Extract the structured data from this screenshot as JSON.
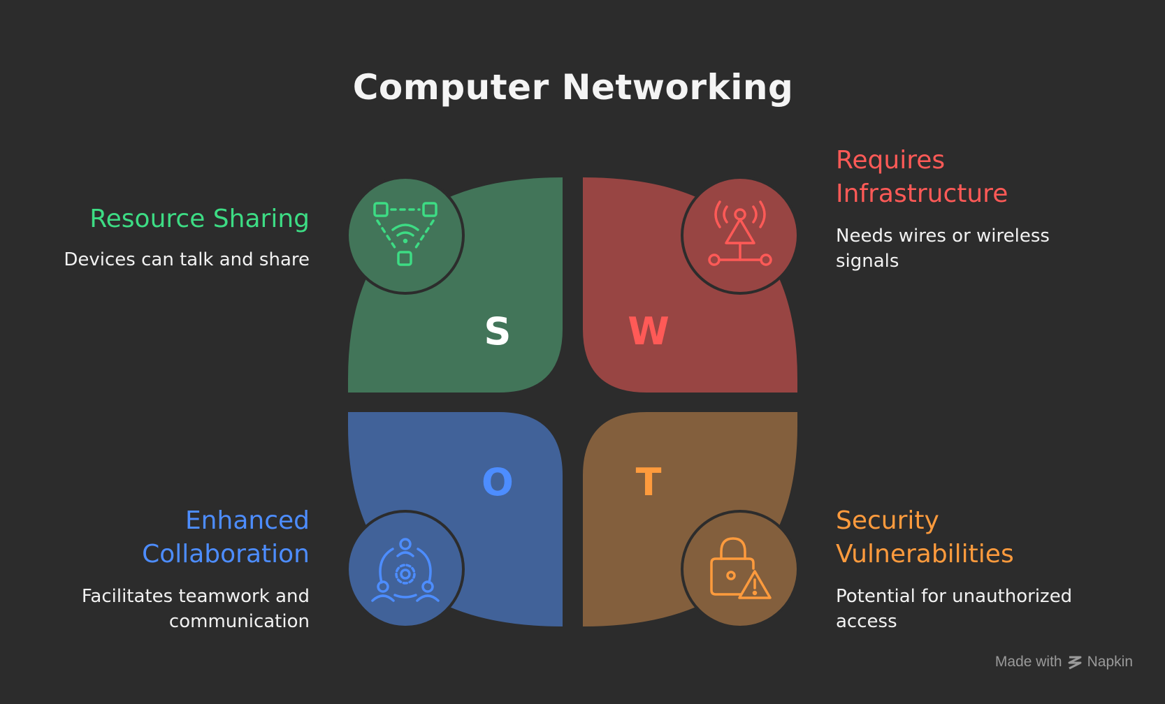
{
  "title": "Computer Networking",
  "quadrants": {
    "s": {
      "letter": "S",
      "heading": "Resource Sharing",
      "desc": "Devices can talk and share",
      "color": "#427559",
      "accent": "#3ddc84",
      "letter_color": "#ffffff",
      "icon": "network-wifi-icon"
    },
    "w": {
      "letter": "W",
      "heading_line1": "Requires",
      "heading_line2": "Infrastructure",
      "desc_line1": "Needs wires or wireless",
      "desc_line2": "signals",
      "color": "#984543",
      "accent": "#ff5a57",
      "letter_color": "#ff5a57",
      "icon": "antenna-icon"
    },
    "o": {
      "letter": "O",
      "heading_line1": "Enhanced",
      "heading_line2": "Collaboration",
      "desc_line1": "Facilitates teamwork and",
      "desc_line2": "communication",
      "color": "#416299",
      "accent": "#4d8dff",
      "letter_color": "#4d8dff",
      "icon": "team-gear-icon"
    },
    "t": {
      "letter": "T",
      "heading_line1": "Security",
      "heading_line2": "Vulnerabilities",
      "desc_line1": "Potential for unauthorized",
      "desc_line2": "access",
      "color": "#835f3d",
      "accent": "#ff9b3d",
      "letter_color": "#ff9b3d",
      "icon": "lock-warning-icon"
    }
  },
  "footer": {
    "made_with": "Made with",
    "brand": "Napkin"
  }
}
